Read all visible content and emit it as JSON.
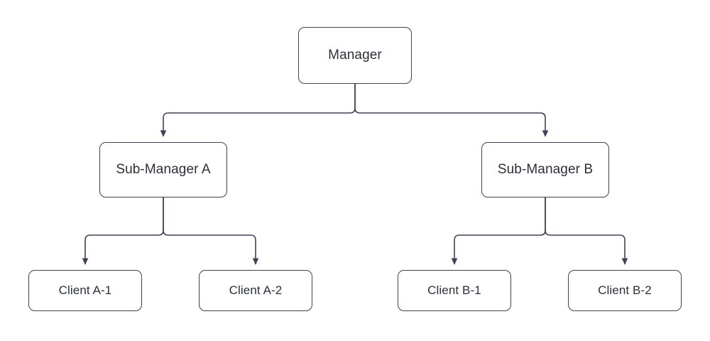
{
  "diagram": {
    "type": "org-chart",
    "title": "",
    "background_color": "#ffffff",
    "node_fill_color": "#ffffff",
    "node_border_color": "#3c4354",
    "edge_color": "#3c4354",
    "text_color": "#2b303b",
    "nodes": {
      "root": {
        "label": "Manager",
        "level": 0
      },
      "mid_a": {
        "label": "Sub-Manager A",
        "level": 1
      },
      "mid_b": {
        "label": "Sub-Manager B",
        "level": 1
      },
      "leaf_a1": {
        "label": "Client A-1",
        "level": 2
      },
      "leaf_a2": {
        "label": "Client A-2",
        "level": 2
      },
      "leaf_b1": {
        "label": "Client B-1",
        "level": 2
      },
      "leaf_b2": {
        "label": "Client B-2",
        "level": 2
      }
    },
    "edges": [
      {
        "from": "Manager",
        "to": "Sub-Manager A",
        "arrow": "to"
      },
      {
        "from": "Manager",
        "to": "Sub-Manager B",
        "arrow": "to"
      },
      {
        "from": "Sub-Manager A",
        "to": "Client A-1",
        "arrow": "to"
      },
      {
        "from": "Sub-Manager A",
        "to": "Client A-2",
        "arrow": "to"
      },
      {
        "from": "Sub-Manager B",
        "to": "Client B-1",
        "arrow": "to"
      },
      {
        "from": "Sub-Manager B",
        "to": "Client B-2",
        "arrow": "to"
      }
    ]
  }
}
